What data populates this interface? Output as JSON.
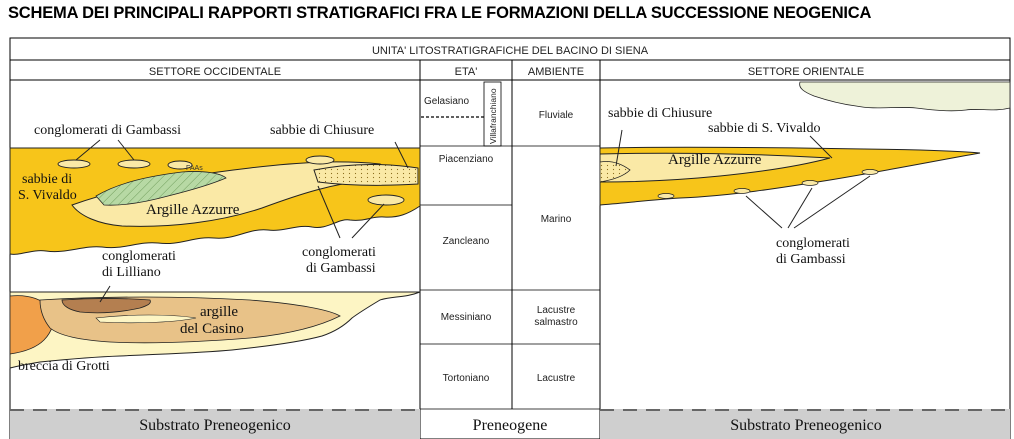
{
  "title": "SCHEMA DEI PRINCIPALI RAPPORTI STRATIGRAFICI FRA LE FORMAZIONI DELLA SUCCESSIONE NEOGENICA",
  "header": {
    "main": "UNITA' LITOSTRATIGRAFICHE DEL BACINO DI SIENA",
    "west": "SETTORE OCCIDENTALE",
    "age": "ETA'",
    "environment": "AMBIENTE",
    "east": "SETTORE ORIENTALE"
  },
  "ages": {
    "gelasiano": "Gelasiano",
    "villafranchiano": "Villafranchiano",
    "piacenziano": "Piacenziano",
    "zancleano": "Zancleano",
    "messiniano": "Messiniano",
    "tortoniano": "Tortoniano"
  },
  "environments": {
    "fluviale": "Fluviale",
    "marino": "Marino",
    "lacustre_salmastro": [
      "Lacustre",
      "salmastro"
    ],
    "lacustre": "Lacustre"
  },
  "west_labels": {
    "conglomerati_gambassi_top": "conglomerati di Gambassi",
    "sabbie_chiusure": "sabbie  di  Chiusure",
    "faas": "FAAs",
    "sabbie_vivaldo": [
      "sabbie di",
      "S. Vivaldo"
    ],
    "argille_azzurre": "Argille Azzurre",
    "conglomerati_gambassi_bottom": [
      "conglomerati",
      "di Gambassi"
    ],
    "conglomerati_lilliano": [
      "conglomerati",
      "di Lilliano"
    ],
    "argille_casino": [
      "argille",
      "del Casino"
    ],
    "breccia_grotti": "breccia di Grotti"
  },
  "east_labels": {
    "sabbie_chiusure": "sabbie di Chiusure",
    "sabbie_vivaldo": "sabbie di S. Vivaldo",
    "argille_azzurre": "Argille Azzurre",
    "conglomerati_gambassi": [
      "conglomerati",
      "di Gambassi"
    ]
  },
  "footer": {
    "west": "Substrato Preneogenico",
    "center": "Preneogene",
    "east": "Substrato Preneogenico"
  },
  "colors": {
    "yellow": "#f7c51a",
    "pale_yellow": "#fae9a6",
    "light_yellow": "#fdf5c4",
    "orange": "#f1a04a",
    "tan": "#e8c288",
    "brown": "#b47f50",
    "green": "#b7d9a4",
    "sky": "#eef2d9",
    "gray": "#cfcfcf"
  }
}
